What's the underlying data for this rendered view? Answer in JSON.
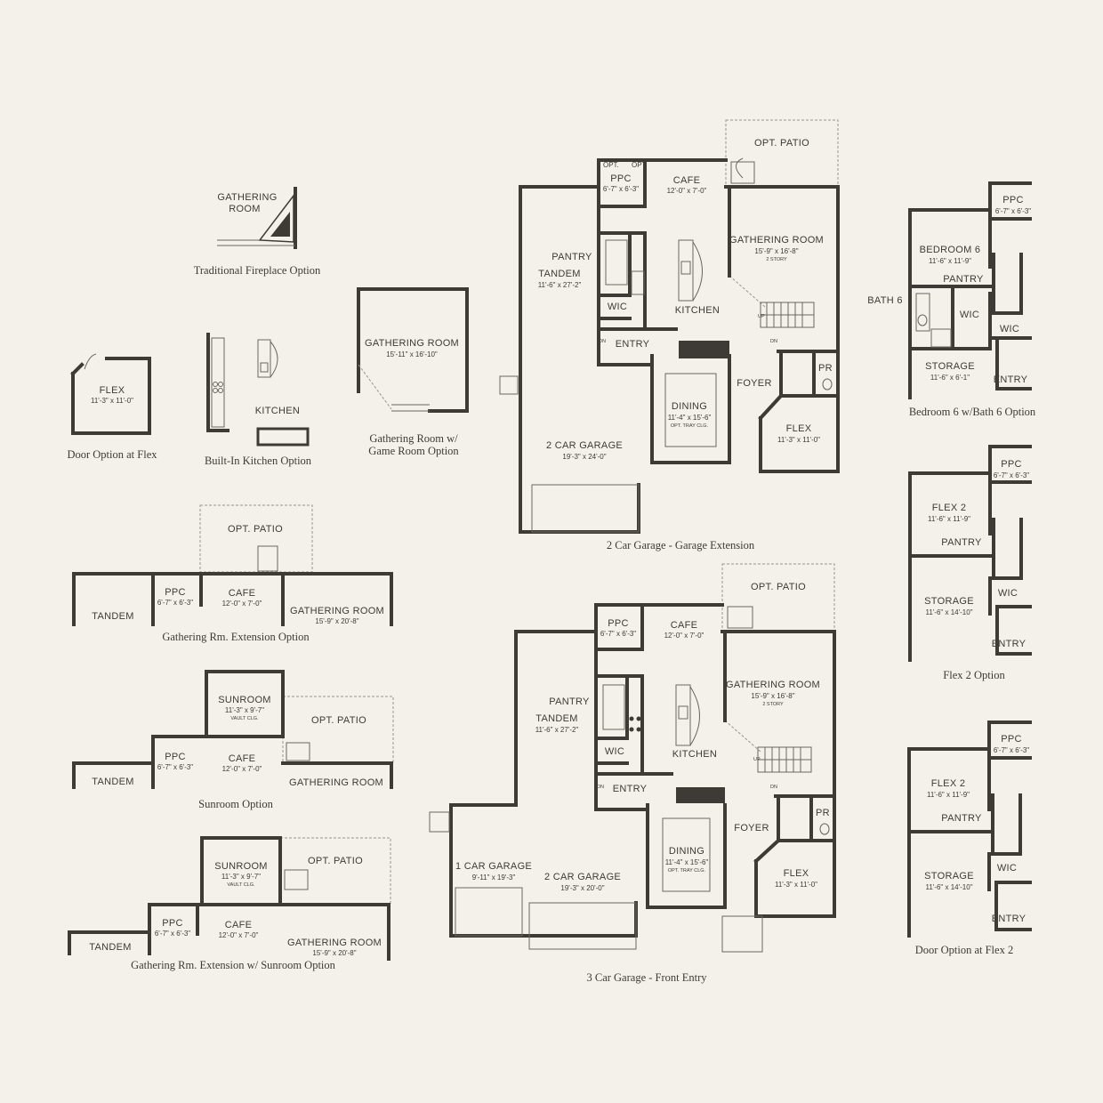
{
  "captions": {
    "fireplace": "Traditional Fireplace Option",
    "door_flex": "Door Option at Flex",
    "builtin_kitchen": "Built-In Kitchen Option",
    "game_room_1": "Gathering Room w/",
    "game_room_2": "Game Room Option",
    "garage_ext": "2 Car Garage - Garage Extension",
    "gr_ext": "Gathering Rm. Extension Option",
    "sunroom": "Sunroom Option",
    "gr_ext_sun": "Gathering Rm. Extension w/ Sunroom Option",
    "three_car": "3 Car Garage - Front Entry",
    "bed6": "Bedroom 6 w/Bath 6 Option",
    "flex2": "Flex 2 Option",
    "door_flex2": "Door Option at Flex 2"
  },
  "rooms": {
    "gathering_room": "GATHERING ROOM",
    "gathering_line1": "GATHERING",
    "gathering_line2": "ROOM",
    "flex": "FLEX",
    "flex_dim": "11'-3\" x 11'-0\"",
    "kitchen": "KITCHEN",
    "game_room_dim": "15'-11\" x 16'-10\"",
    "opt_patio": "OPT. PATIO",
    "cafe": "CAFE",
    "cafe_dim": "12'-0\" x 7'-0\"",
    "ppc": "PPC",
    "ppc_dim": "6'-7\" x 6'-3\"",
    "pantry": "PANTRY",
    "tandem": "TANDEM",
    "tandem_dim": "11'-6\" x 27'-2\"",
    "gr_dim": "15'-9\" x 16'-8\"",
    "two_story": "2 STORY",
    "gr_ext_dim": "15'-9\" x 20'-8\"",
    "wic": "WIC",
    "entry": "ENTRY",
    "foyer": "FOYER",
    "pr": "PR",
    "dining": "DINING",
    "dining_dim": "11'-4\" x 15'-6\"",
    "tray": "OPT. TRAY CLG.",
    "two_car": "2 CAR GARAGE",
    "two_car_dim_a": "19'-3\" x 24'-0\"",
    "two_car_dim_b": "19'-3\" x 20'-0\"",
    "one_car": "1 CAR GARAGE",
    "one_car_dim": "9'-11\" x 19'-3\"",
    "sunroom": "SUNROOM",
    "sunroom_dim": "11'-3\" x 9'-7\"",
    "vault": "VAULT CLG.",
    "bedroom6": "BEDROOM 6",
    "bedroom6_dim": "11'-6\" x 11'-9\"",
    "bath6": "BATH 6",
    "storage": "STORAGE",
    "storage_dim_a": "11'-6\" x 6'-1\"",
    "storage_dim_b": "11'-6\" x 14'-10\"",
    "flex2": "FLEX 2",
    "flex2_dim": "11'-6\" x 11'-9\"",
    "opt": "OPT.",
    "up": "UP",
    "dn": "DN"
  },
  "icons": [
    "fireplace-icon",
    "stair-icon",
    "door-swing-icon",
    "sink-icon",
    "cooktop-icon",
    "toilet-icon",
    "tub-icon"
  ]
}
